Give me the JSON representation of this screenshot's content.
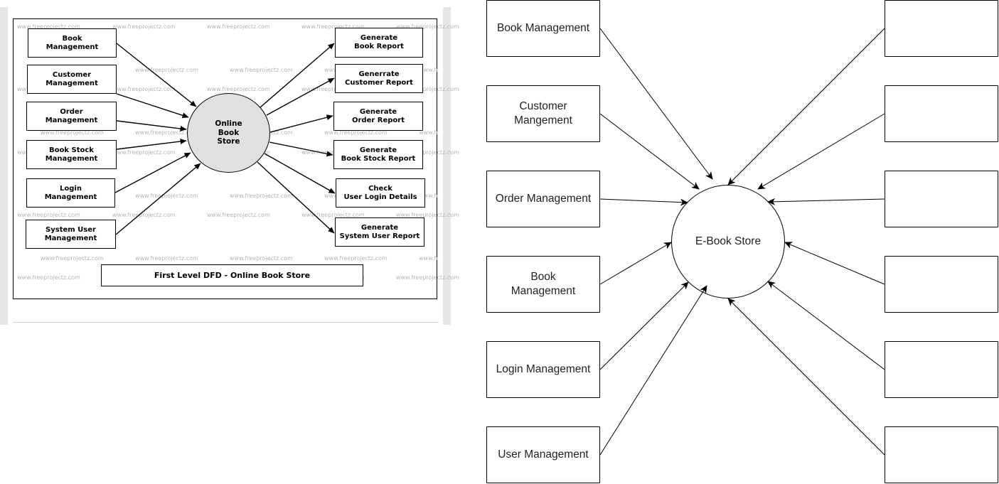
{
  "reference_diagram": {
    "watermark": "www.freeprojectz.com",
    "center": "Online\nBook\nStore",
    "inputs": [
      "Book\nManagement",
      "Customer\nManagement",
      "Order\nManagement",
      "Book Stock\nManagement",
      "Login\nManagement",
      "System User\nManagement"
    ],
    "outputs": [
      "Generate\nBook Report",
      "Generrate\nCustomer Report",
      "Generate\nOrder Report",
      "Generate\nBook Stock Report",
      "Check\nUser Login Details",
      "Generate\nSystem User Report"
    ],
    "caption": "First Level DFD - Online Book Store"
  },
  "diagram": {
    "center": "E-Book Store",
    "inputs": [
      "Book Management",
      "Customer\nMangement",
      "Order Management",
      "Book\nManagement",
      "Login Management",
      "User Management"
    ],
    "outputs": [
      "",
      "",
      "",
      "",
      "",
      ""
    ]
  }
}
